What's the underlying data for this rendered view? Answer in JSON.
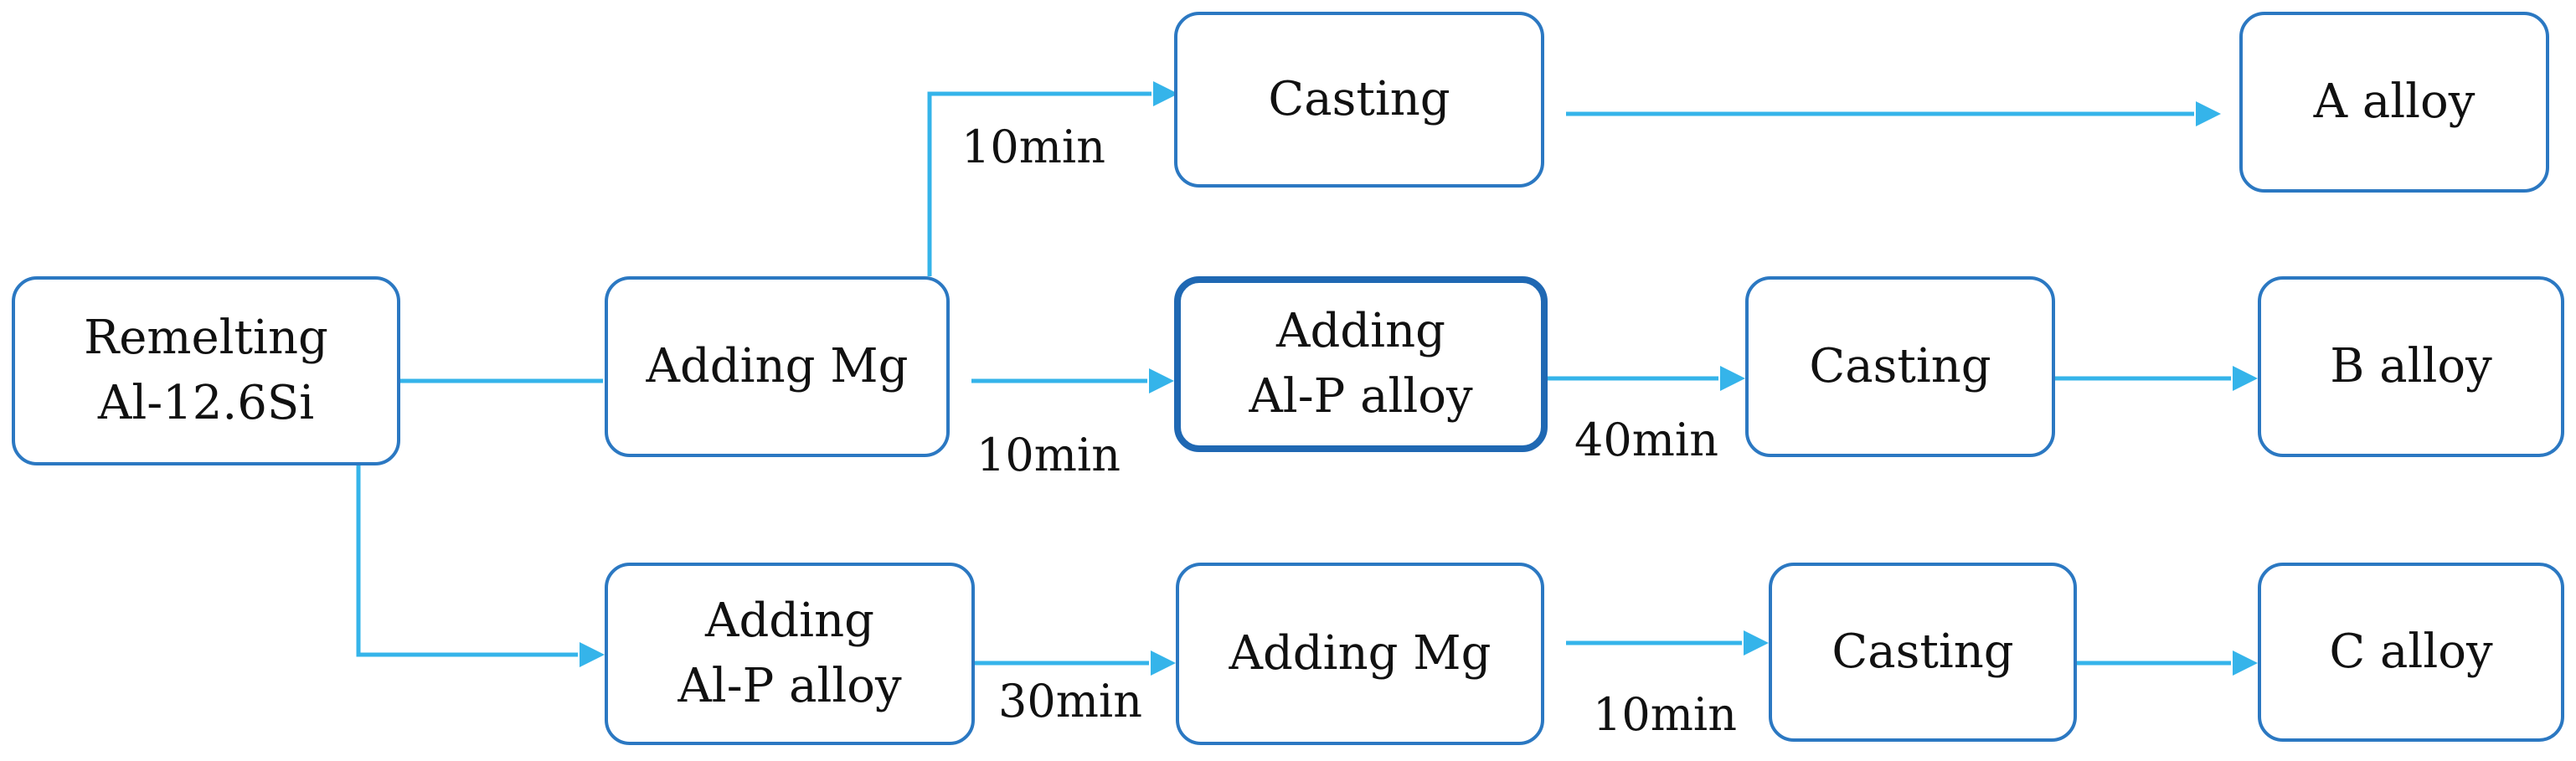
{
  "diagram": {
    "nodes": [
      {
        "id": "remelt",
        "lines": [
          "Remelting",
          "Al-12.6Si"
        ]
      },
      {
        "id": "mg1",
        "lines": [
          "Adding Mg"
        ]
      },
      {
        "id": "cast_a",
        "lines": [
          "Casting"
        ]
      },
      {
        "id": "alloy_a",
        "lines": [
          "A alloy"
        ]
      },
      {
        "id": "alp1",
        "lines": [
          "Adding",
          "Al-P alloy"
        ]
      },
      {
        "id": "cast_b",
        "lines": [
          "Casting"
        ]
      },
      {
        "id": "alloy_b",
        "lines": [
          "B alloy"
        ]
      },
      {
        "id": "alp2",
        "lines": [
          "Adding",
          "Al-P alloy"
        ]
      },
      {
        "id": "mg2",
        "lines": [
          "Adding Mg"
        ]
      },
      {
        "id": "cast_c",
        "lines": [
          "Casting"
        ]
      },
      {
        "id": "alloy_c",
        "lines": [
          "C alloy"
        ]
      }
    ],
    "edge_labels": [
      {
        "id": "t_mg1_casta",
        "text": "10min"
      },
      {
        "id": "t_mg1_alp1",
        "text": "10min"
      },
      {
        "id": "t_alp1_castb",
        "text": "40min"
      },
      {
        "id": "t_alp2_mg2",
        "text": "30min"
      },
      {
        "id": "t_mg2_castc",
        "text": "10min"
      }
    ],
    "colors": {
      "arrow": "#35b4ea",
      "box_border": "#2b78c2",
      "text": "#111111"
    }
  }
}
